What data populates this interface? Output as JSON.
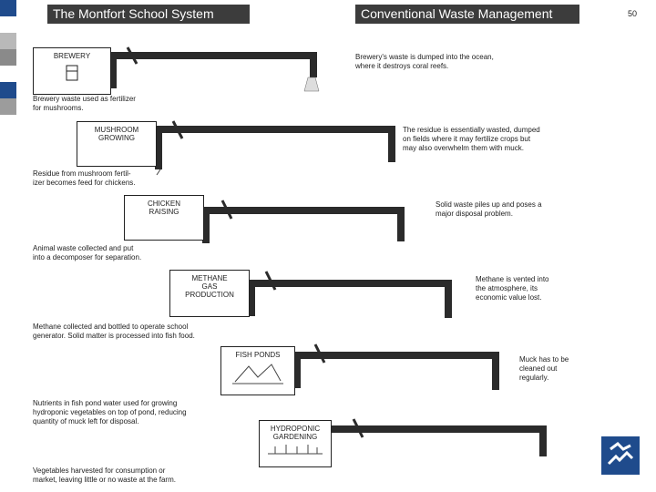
{
  "headers": {
    "left": "The Montfort School System",
    "right": "Conventional Waste Management"
  },
  "page_number": "50",
  "stages": [
    {
      "box_lines": [
        "BREWERY"
      ],
      "caption": [
        "Brewery waste used as fertilizer",
        "for mushrooms."
      ],
      "conventional": [
        "Brewery's waste is dumped into the ocean,",
        "where it destroys coral reefs."
      ]
    },
    {
      "box_lines": [
        "MUSHROOM",
        "GROWING"
      ],
      "caption": [
        "Residue from mushroom fertil-",
        "izer becomes feed for chickens."
      ],
      "conventional": [
        "The residue is essentially wasted, dumped",
        "on fields where it may fertilize crops but",
        "may also overwhelm them with muck."
      ]
    },
    {
      "box_lines": [
        "CHICKEN",
        "RAISING"
      ],
      "caption": [
        "Animal waste collected and put",
        "into a decomposer for separation."
      ],
      "conventional": [
        "Solid waste piles up and poses a",
        "major disposal problem."
      ]
    },
    {
      "box_lines": [
        "METHANE",
        "GAS",
        "PRODUCTION"
      ],
      "caption": [
        "Methane collected and bottled to operate school",
        "generator. Solid matter is processed into fish food."
      ],
      "conventional": [
        "Methane is vented into",
        "the atmosphere, its",
        "economic value lost."
      ]
    },
    {
      "box_lines": [
        "FISH PONDS"
      ],
      "caption": [
        "Nutrients in fish pond water used for growing",
        "hydroponic vegetables on top of pond, reducing",
        "quantity of muck left for disposal."
      ],
      "conventional": [
        "Muck has to be",
        "cleaned out",
        "regularly."
      ]
    },
    {
      "box_lines": [
        "HYDROPONIC",
        "GARDENING"
      ],
      "caption": [
        "Vegetables harvested for consumption or",
        "market, leaving little or no waste at the farm."
      ],
      "conventional": []
    }
  ]
}
